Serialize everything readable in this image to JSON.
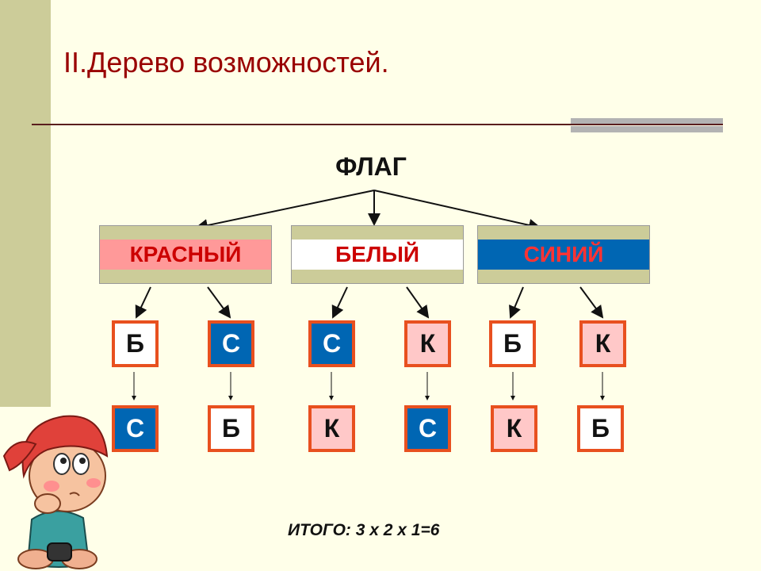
{
  "slide": {
    "title": "II.Дерево возможностей.",
    "total_text": "ИТОГО: 3 x 2 x 1=6"
  },
  "tree": {
    "root": "ФЛАГ",
    "level1": [
      {
        "label": "КРАСНЫЙ",
        "fill": "#ff9999"
      },
      {
        "label": "БЕЛЫЙ",
        "fill": "#ffffff"
      },
      {
        "label": "СИНИЙ",
        "fill": "#0066b3"
      }
    ],
    "level2": [
      {
        "label": "Б",
        "color": "white"
      },
      {
        "label": "С",
        "color": "blue"
      },
      {
        "label": "С",
        "color": "blue"
      },
      {
        "label": "К",
        "color": "pink"
      },
      {
        "label": "Б",
        "color": "white"
      },
      {
        "label": "К",
        "color": "pink"
      }
    ],
    "level3": [
      {
        "label": "С",
        "color": "blue"
      },
      {
        "label": "Б",
        "color": "white"
      },
      {
        "label": "К",
        "color": "pink"
      },
      {
        "label": "С",
        "color": "blue"
      },
      {
        "label": "К",
        "color": "pink"
      },
      {
        "label": "Б",
        "color": "white"
      }
    ]
  },
  "colors": {
    "title": "#990000",
    "box_border": "#e8501f",
    "blue": "#0066b3",
    "pink": "#ffc8c8",
    "stripe": "#cccc99"
  }
}
